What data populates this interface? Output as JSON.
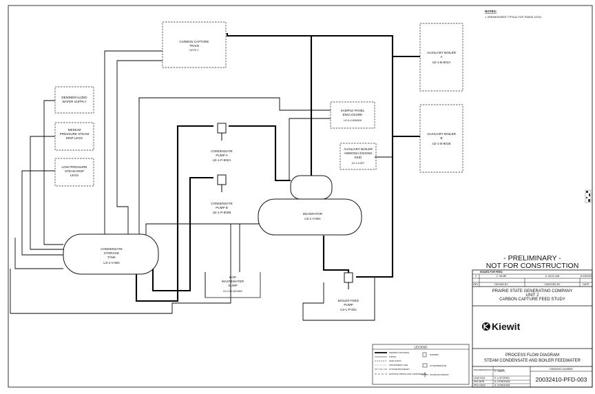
{
  "notes": {
    "heading": "NOTES:",
    "items": [
      "1.     ARRANGEMENT TYPICAL FOR TRAINS 1/2/3/4."
    ]
  },
  "equipment": {
    "carbon_capture": [
      "CARBON CAPTURE",
      "TRAIN",
      "NOTE 1"
    ],
    "aux_boiler_a": [
      "AUXILIARY BOILER",
      "A",
      "U2-1-B-801A"
    ],
    "aux_boiler_b": [
      "AUXILIARY BOILER",
      "B",
      "U2-1-B-801B"
    ],
    "demin_water": [
      "DEMINERALIZED",
      "WATER SUPPLY"
    ],
    "medium_pressure": [
      "MEDIUM",
      "PRESSURE STEAM",
      "DRIP LEGS"
    ],
    "low_pressure": [
      "LOW PRESSURE",
      "STEAM DRIP",
      "LEGS"
    ],
    "sample_panel": [
      "SAMPLE PANEL",
      "ENCLOSURE",
      "U2-0-U-826/828"
    ],
    "ammonia_skid": [
      "AUXILIARY BOILER",
      "AMMONIA DOSING",
      "SKID",
      "U2-1-U-807"
    ],
    "pump_a": [
      "CONDENSATE",
      "PUMP A",
      "U2-1-P-802A"
    ],
    "pump_b": [
      "CONDENSATE",
      "PUMP B",
      "U2-1-P-802B"
    ],
    "deaerator": [
      "DEAERATOR",
      "U2-1-V-801"
    ],
    "storage_tank": [
      "CONDENSATE",
      "STORAGE",
      "TANK",
      "U2-1-V-804"
    ],
    "bop_sump": [
      "BOP",
      "WASTEWATER",
      "SUMP",
      "U2-0-SU-801/802"
    ],
    "boiler_feed_pump": [
      "BOILER FEED",
      "PUMP",
      "U2-1-P-801"
    ]
  },
  "stamp": {
    "line1": "- PRELIMINARY -",
    "line2": "NOT FOR CONSTRUCTION"
  },
  "revision": {
    "issued_for": "ISSUED FOR FEED",
    "rev": "0",
    "design_by": "C. MUIRI",
    "checked_by": "A. MCCLAIN",
    "date": "11/18/2021",
    "col_rev": "REV",
    "col_design": "DESIGN BY",
    "col_checked": "CHECKED BY",
    "col_date": "DATE"
  },
  "project": {
    "line1": "PRAIRIE STATE GENERATING COMPANY",
    "line2": "UNIT 2",
    "line3": "CARBON CAPTURE FEED STUDY"
  },
  "company": {
    "name": "Kiewit"
  },
  "drawing": {
    "title1": "PROCESS FLOW DIAGRAM",
    "title2": "STEAM CONDENSATE AND BOILER FEEDWATER",
    "number_label": "DRAWING NUMBER",
    "number": "20032410-PFD-003"
  },
  "signoff": [
    {
      "role": "ENGINEER/DESIGN ORIGINATOR",
      "name": "C. MUIRI"
    },
    {
      "role": "LEAD ENG",
      "name": "E. LOFGREN"
    },
    {
      "role": "ENG MGR",
      "name": "A. DONOVAN"
    },
    {
      "role": "PROJ MGR",
      "name": "A. DONOVAN"
    }
  ],
  "legend": {
    "title": "LEGEND",
    "left": [
      "PRIMARY PROCESS",
      "PIPING",
      "SKID LIMITS",
      "INSTRUMENT LINE",
      "SYSTEM BOUNDARY",
      "EXISTING PIPING AND COMPONENTS"
    ],
    "right": [
      "DAMPER",
      "ATTEMPERATOR",
      "SCOPE BOUNDARY"
    ]
  }
}
